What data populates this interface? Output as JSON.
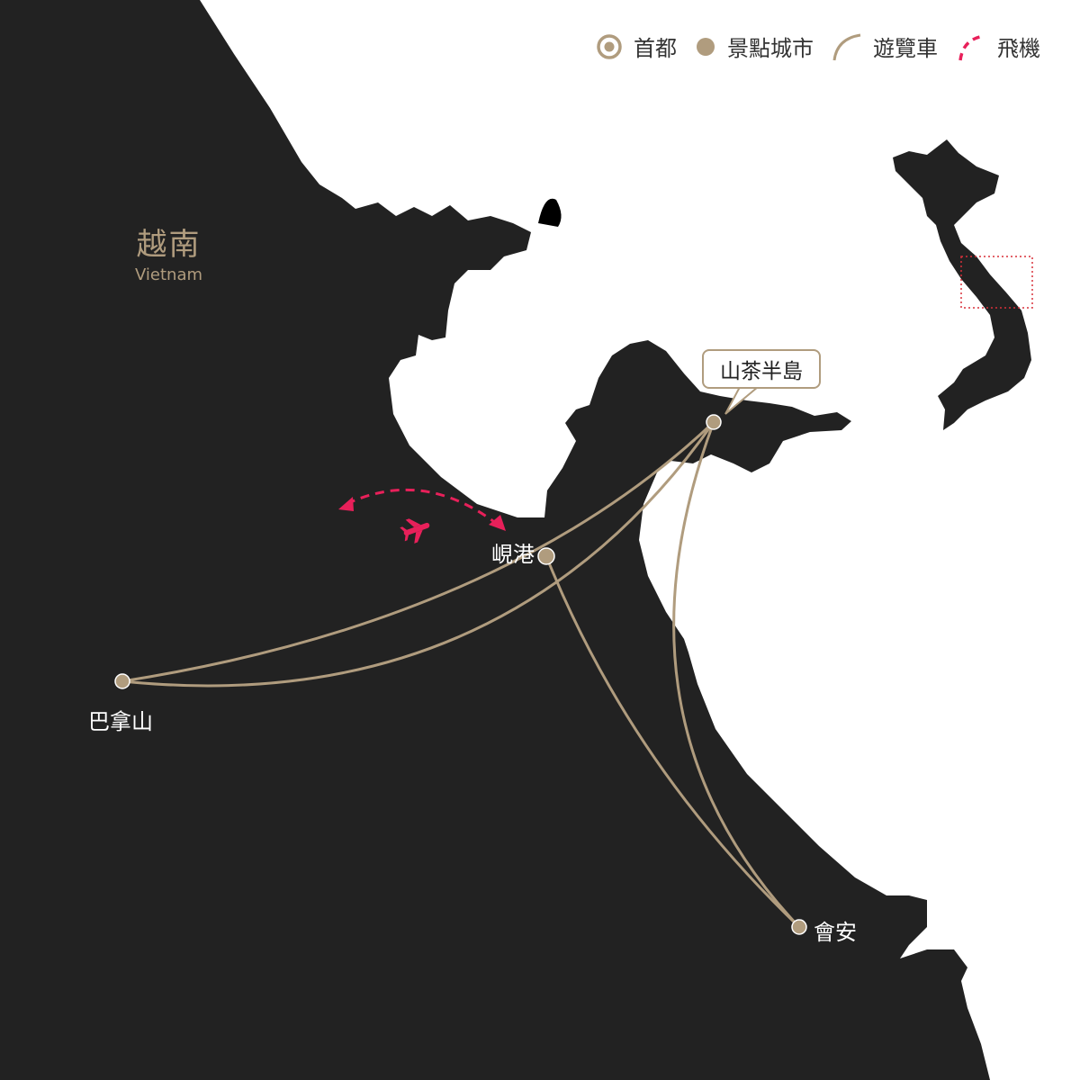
{
  "legend": [
    {
      "icon": "capital-icon",
      "label": "首都"
    },
    {
      "icon": "city-dot-icon",
      "label": "景點城市"
    },
    {
      "icon": "bus-route-icon",
      "label": "遊覽車"
    },
    {
      "icon": "flight-route-icon",
      "label": "飛機"
    }
  ],
  "country": {
    "name_zh": "越南",
    "name_en": "Vietnam"
  },
  "places": {
    "son_tra": "山茶半島",
    "da_nang": "峴港",
    "ba_na": "巴拿山",
    "hoi_an": "會安"
  },
  "colors": {
    "land": "#222222",
    "accent": "#b09c7e",
    "flight": "#e8205a"
  }
}
